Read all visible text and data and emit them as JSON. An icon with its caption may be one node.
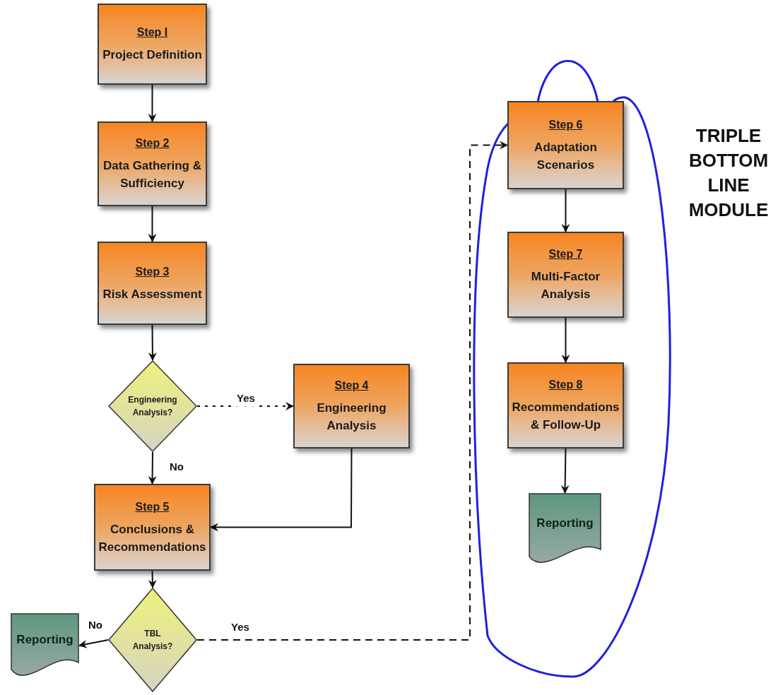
{
  "diagram": {
    "nodes": [
      {
        "text": [
          "Step I",
          "Project Definition"
        ]
      },
      {
        "text": [
          "Step 2",
          "Data Gathering & Sufficiency"
        ]
      },
      {
        "text": [
          "Step 3",
          "Risk Assessment"
        ]
      },
      {
        "text": [
          "Engineering Analysis?"
        ]
      },
      {
        "text": [
          "Step 4",
          "Engineering Analysis"
        ]
      },
      {
        "text": [
          "Step 5",
          "Conclusions & Recommendations"
        ]
      },
      {
        "text": [
          "TBL Analysis?"
        ]
      },
      {
        "text": [
          "Reporting"
        ]
      },
      {
        "text": [
          "TRIPLE BOTTOM LINE MODULE"
        ]
      },
      {
        "text": [
          "Step 6",
          "Adaptation Scenarios"
        ],
        "in": 8
      },
      {
        "text": [
          "Step 7",
          "Multi-Factor Analysis"
        ],
        "in": 8
      },
      {
        "text": [
          "Step 8",
          "Recommendations & Follow-Up"
        ],
        "in": 8
      },
      {
        "text": [
          "Reporting"
        ],
        "in": 8
      }
    ],
    "edges": [
      {
        "from": 0,
        "to": 1,
        "arrow": "to"
      },
      {
        "from": 1,
        "to": 2,
        "arrow": "to"
      },
      {
        "from": 2,
        "to": 3,
        "arrow": "to"
      },
      {
        "from": 3,
        "to": 4,
        "arrow": "to",
        "label": "Yes",
        "style": "dashed"
      },
      {
        "from": 3,
        "to": 5,
        "arrow": "to",
        "label": "No"
      },
      {
        "from": 4,
        "to": 5,
        "arrow": "to"
      },
      {
        "from": 5,
        "to": 6,
        "arrow": "to"
      },
      {
        "from": 6,
        "to": 7,
        "arrow": "to",
        "label": "No"
      },
      {
        "from": 6,
        "to": 9,
        "arrow": "to",
        "label": "Yes",
        "style": "dashed"
      },
      {
        "from": 9,
        "to": 10,
        "arrow": "to"
      },
      {
        "from": 10,
        "to": 11,
        "arrow": "to"
      },
      {
        "from": 11,
        "to": 12,
        "arrow": "to"
      }
    ]
  }
}
